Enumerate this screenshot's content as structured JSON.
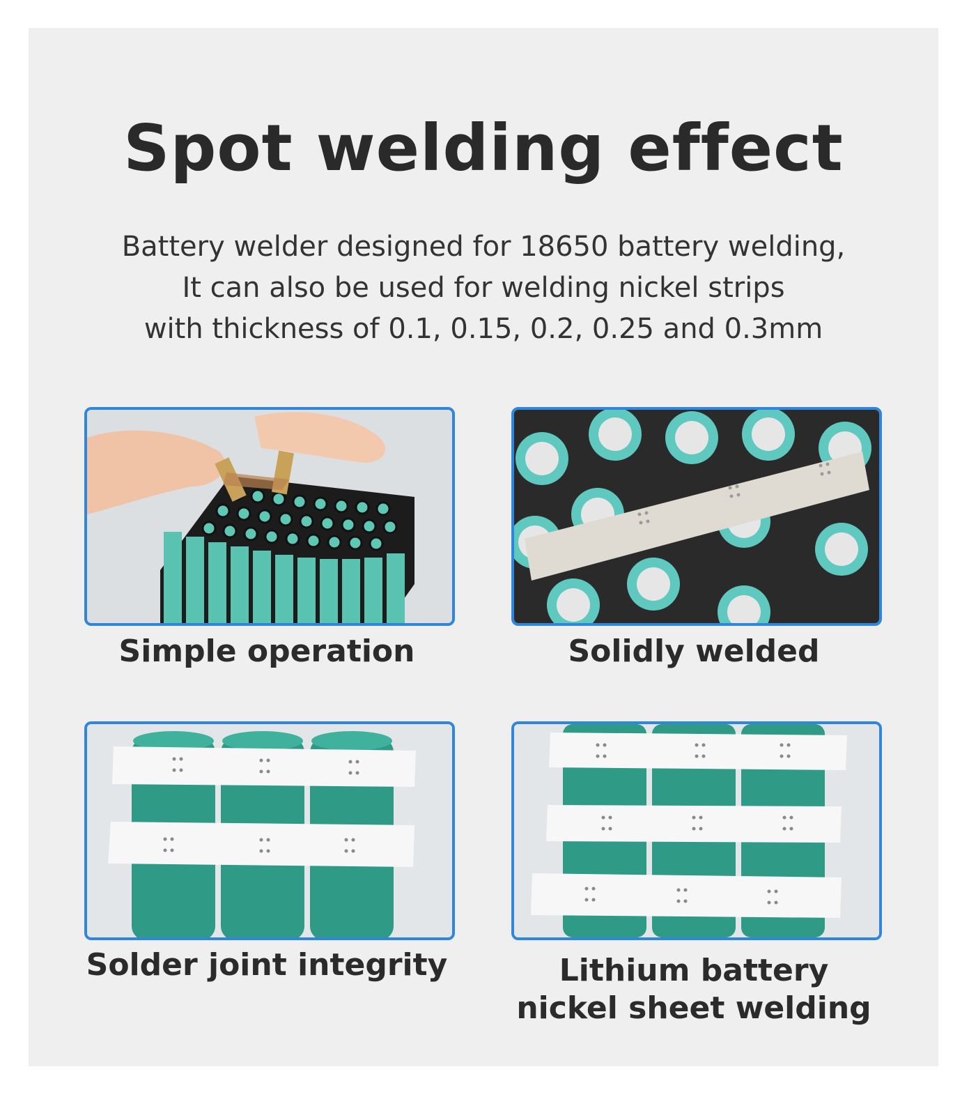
{
  "header": {
    "title": "Spot welding effect",
    "subtitle_lines": [
      "Battery welder designed for 18650 battery welding,",
      "It can also be used for welding nickel strips",
      "with thickness of 0.1, 0.15, 0.2, 0.25 and 0.3mm"
    ]
  },
  "features": [
    {
      "caption": "Simple operation"
    },
    {
      "caption": "Solidly welded"
    },
    {
      "caption": "Solder joint integrity"
    },
    {
      "caption_lines": [
        "Lithium battery",
        "nickel sheet welding"
      ]
    }
  ],
  "colors": {
    "border": "#2f86dc",
    "battery": "#3aa895",
    "background": "#efefef"
  }
}
